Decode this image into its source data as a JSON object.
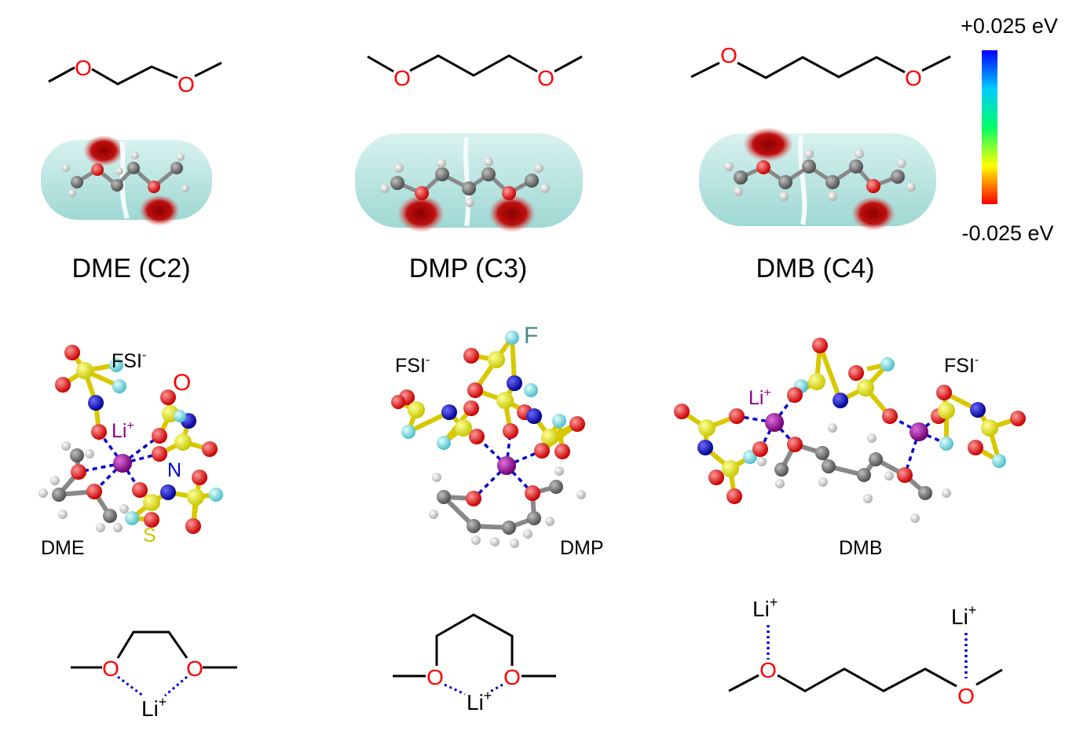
{
  "colorbar": {
    "max_label": "+0.025 eV",
    "min_label": "-0.025 eV",
    "colors": [
      "#0000ff",
      "#00ccff",
      "#00ff66",
      "#ffff00",
      "#ff0000"
    ]
  },
  "molecules": [
    {
      "name": "DME (C2)"
    },
    {
      "name": "DMP (C3)"
    },
    {
      "name": "DMB (C4)"
    }
  ],
  "atoms": {
    "O": "O",
    "N": "N",
    "S": "S",
    "F": "F",
    "Li": "Li",
    "plus": "+"
  },
  "species": {
    "fsi": "FSI",
    "minus": "-",
    "dme": "DME",
    "dmp": "DMP",
    "dmb": "DMB"
  },
  "colors": {
    "oxygen": "#ff0000",
    "carbon": "#6e6e6e",
    "hydrogen": "#e8e8e8",
    "sulfur": "#e6e600",
    "nitrogen": "#0000cc",
    "fluorine": "#80e0e0",
    "lithium": "#a000a0",
    "coordination": "#0000cc",
    "esp_surface": "#bfe9e6",
    "esp_negative": "#b00000"
  }
}
